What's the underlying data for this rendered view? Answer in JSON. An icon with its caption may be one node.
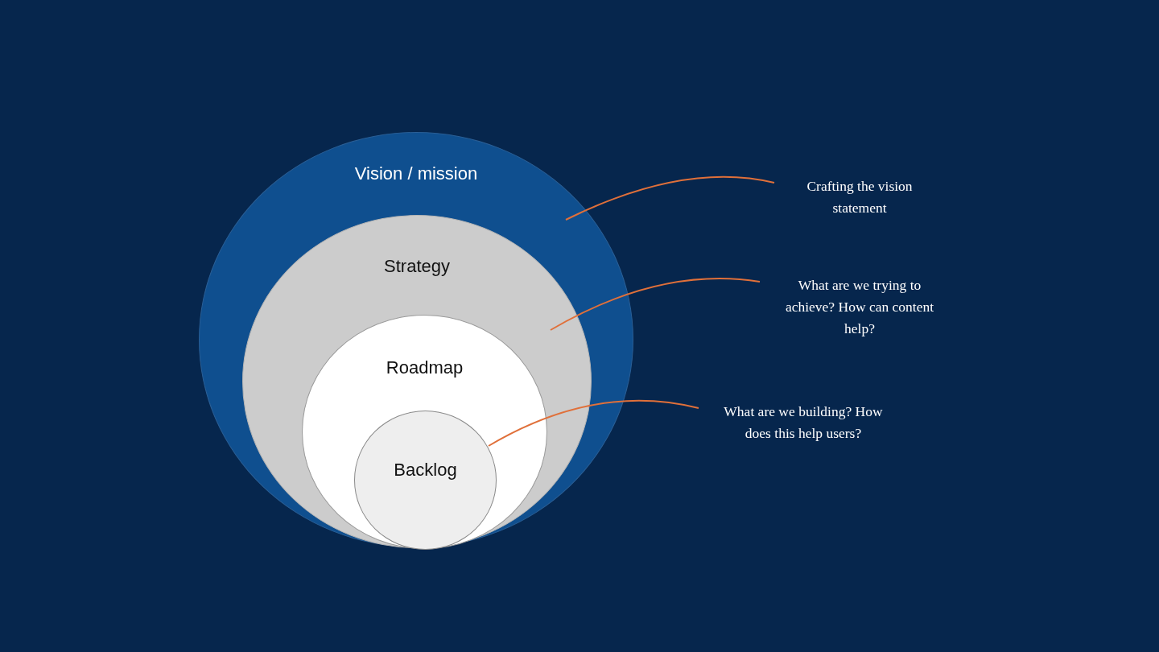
{
  "diagram": {
    "nodes": [
      {
        "text": [
          "Vision / mission"
        ]
      },
      {
        "text": [
          "Strategy"
        ],
        "in": 0
      },
      {
        "text": [
          "Roadmap"
        ],
        "in": 1
      },
      {
        "text": [
          "Backlog"
        ],
        "in": 2
      },
      {
        "text": [
          "Crafting the vision statement"
        ]
      },
      {
        "text": [
          "What are we trying to achieve? How can content help?"
        ]
      },
      {
        "text": [
          "What are we building? How does this help users?"
        ]
      }
    ],
    "edges": [
      {
        "from": 4,
        "to": 0,
        "arrow": "none"
      },
      {
        "from": 5,
        "to": 1,
        "arrow": "none"
      },
      {
        "from": 6,
        "to": 3,
        "arrow": "none"
      }
    ]
  }
}
